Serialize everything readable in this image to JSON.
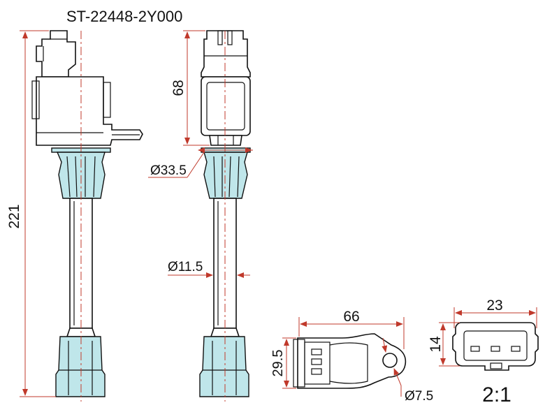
{
  "title": "ST-22448-2Y000",
  "dimensions": {
    "overall_length": "221",
    "head_height": "68",
    "seal_diameter": "Ø33.5",
    "tube_diameter": "Ø11.5",
    "flange_length": "66",
    "flange_height": "29.5",
    "hole_diameter": "Ø7.5",
    "connector_width": "23",
    "connector_height": "14"
  },
  "scale": "2:1",
  "colors": {
    "line": "#111111",
    "dimension": "#c0392b",
    "boot": "#bfe6ea"
  }
}
